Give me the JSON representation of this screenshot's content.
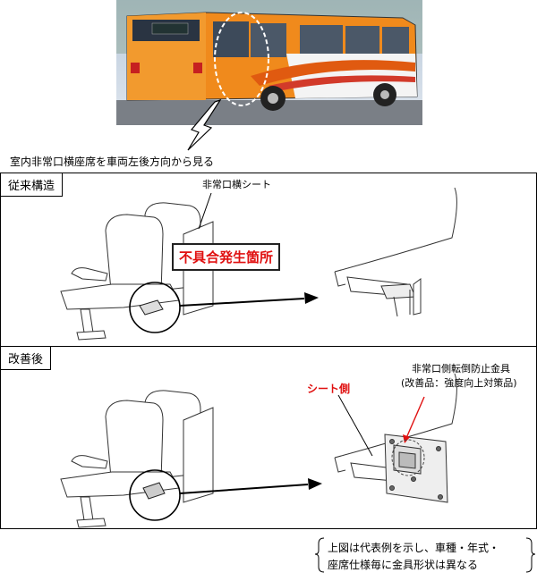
{
  "view_caption": "室内非常口横座席を車両左後方向から見る",
  "before": {
    "tab": "従来構造",
    "seat_label": "非常口横シート",
    "defect_label": "不具合発生箇所"
  },
  "after": {
    "tab": "改善後",
    "seat_side_label": "シート側",
    "bracket_label_line1": "非常口側転倒防止金具",
    "bracket_label_line2": "(改善品：強度向上対策品)"
  },
  "footnote": {
    "line1": "上図は代表例を示し、車種・年式・",
    "line2": "座席仕様毎に金具形状は異なる"
  },
  "colors": {
    "bus_orange": "#f08a1c",
    "red": "#e01010"
  }
}
